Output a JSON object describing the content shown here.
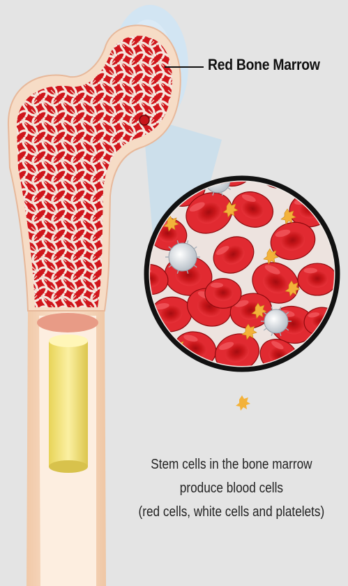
{
  "labels": {
    "red_bone_marrow": "Red Bone Marrow"
  },
  "caption": {
    "line1": "Stem cells in the bone marrow",
    "line2": "produce blood cells",
    "line3": "(red cells, white cells and platelets)"
  },
  "colors": {
    "background": "#e4e4e4",
    "bone": "#f7dcc4",
    "marrow_red": "#d0161c",
    "trabecular": "#f4e6de",
    "yellow_marrow": "#f0e071",
    "magnify_ring": "#111111",
    "highlight_blue": "#cfe4f4"
  }
}
